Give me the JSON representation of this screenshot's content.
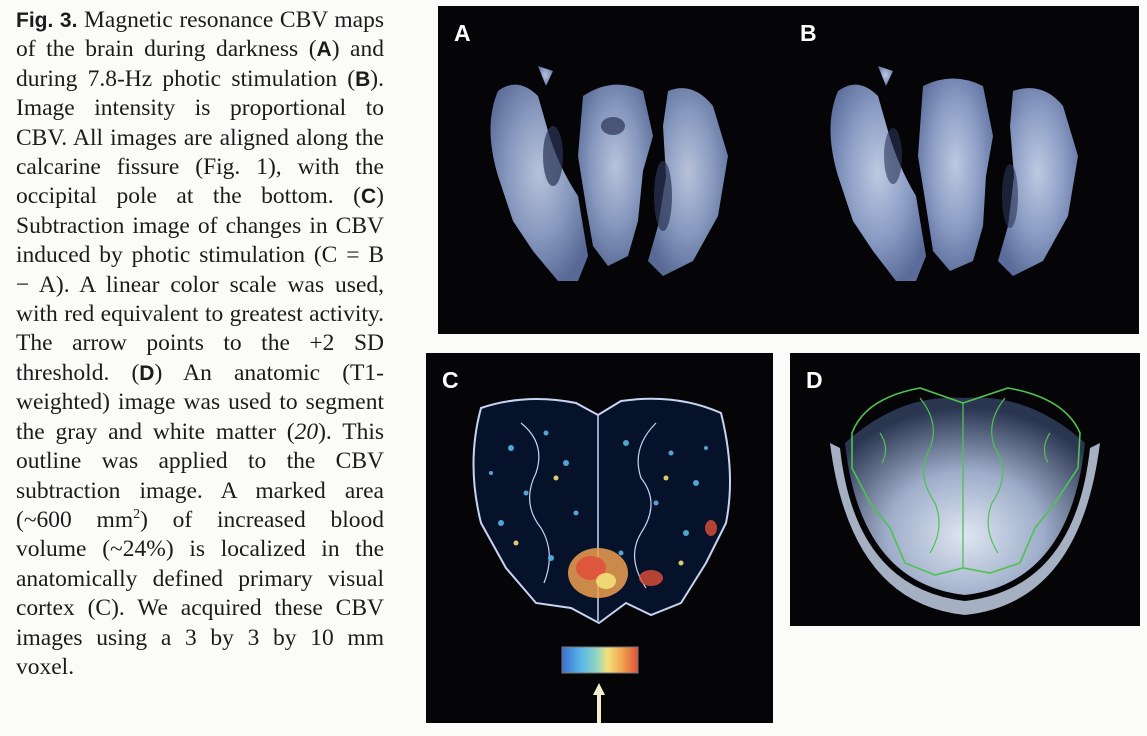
{
  "caption": {
    "fig_label": "Fig. 3.",
    "t1": " Magnetic resonance CBV maps of the brain during darkness (",
    "A": "A",
    "t2": ") and during 7.8-Hz photic stimulation (",
    "B": "B",
    "t3": "). Image intensity is proportional to CBV. All imag­es are aligned along the calcarine fissure (Fig. 1), with the occipital pole at the bottom. (",
    "C": "C",
    "t4": ") Subtrac­tion image of changes in CBV induced by photic stimulation (C = B − A). A linear color scale was used, with red equivalent to greatest activity. The arrow points to the +2 SD threshold. (",
    "D": "D",
    "t5": ") An anatomic (T1-weighted) image was used to segment the gray and white matter (",
    "ref": "20",
    "t6": "). This outline was applied to the CBV subtraction image. A marked area (~600 mm",
    "sup": "2",
    "t7": ") of increased blood volume (~24%) is localized in the anatomically defined primary visual cortex (C). We acquired these CBV images using a 3 by 3 by 10 mm voxel."
  },
  "panels": {
    "A": {
      "label": "A"
    },
    "B": {
      "label": "B"
    },
    "C": {
      "label": "C"
    },
    "D": {
      "label": "D"
    }
  },
  "colors": {
    "panel_bg": "#050507",
    "brain_blue": "#8ea0c8",
    "outline_c": "#c9d3f2",
    "outline_d": "#4fc24f",
    "scale": [
      "#3a6fd0",
      "#59b6e6",
      "#8fd6c6",
      "#f2e07a",
      "#f0a050",
      "#e0503a"
    ]
  }
}
